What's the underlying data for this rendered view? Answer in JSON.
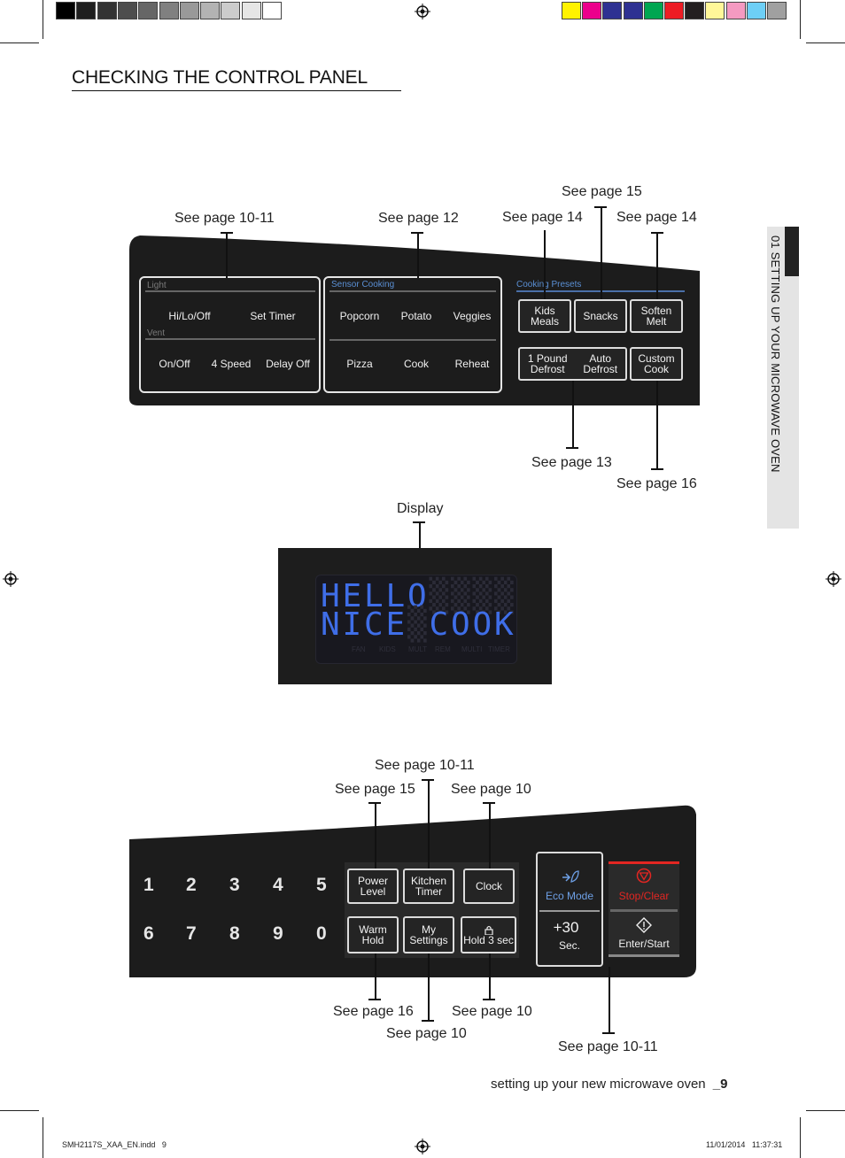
{
  "colors": {
    "grays": [
      "#000000",
      "#1e1e1e",
      "#333333",
      "#4d4d4d",
      "#666666",
      "#808080",
      "#999999",
      "#b3b3b3",
      "#cccccc",
      "#e6e6e6",
      "#ffffff"
    ],
    "process": [
      "#fff200",
      "#ec008c",
      "#2e3192",
      "#2e3192",
      "#00a651",
      "#ed1c24",
      "#231f20",
      "#fff799",
      "#f49ac1",
      "#6dcff6",
      "#a0a0a0"
    ]
  },
  "page": {
    "title": "CHECKING THE CONTROL PANEL",
    "side_tab": "01  SETTING UP YOUR MICROWAVE OVEN",
    "footer_text": "setting up your new microwave oven",
    "page_number": "_9",
    "slug_file": "SMH2117S_XAA_EN.indd   9",
    "slug_date": "11/01/2014   11:37:31"
  },
  "top_panel": {
    "callouts": {
      "light_vent": "See page 10-11",
      "sensor": "See page 12",
      "kids": "See page 14",
      "snacks": "See page 15",
      "soften": "See page 14",
      "defrost": "See page 13",
      "custom": "See page 16"
    },
    "light_label": "Light",
    "vent_label": "Vent",
    "light_buttons": [
      "Hi/Lo/Off",
      "Set Timer"
    ],
    "vent_buttons": [
      "On/Off",
      "4 Speed",
      "Delay Off"
    ],
    "sensor_label": "Sensor Cooking",
    "sensor_row1": [
      "Popcorn",
      "Potato",
      "Veggies"
    ],
    "sensor_row2": [
      "Pizza",
      "Cook",
      "Reheat"
    ],
    "presets_label": "Cooking Presets",
    "presets": {
      "kids_line1": "Kids",
      "kids_line2": "Meals",
      "snacks": "Snacks",
      "soften_line1": "Soften",
      "soften_line2": "Melt",
      "pound_line1": "1 Pound",
      "pound_line2": "Defrost",
      "auto_line1": "Auto",
      "auto_line2": "Defrost",
      "custom_line1": "Custom",
      "custom_line2": "Cook"
    }
  },
  "display": {
    "callout": "Display",
    "line1": [
      "H",
      "E",
      "L",
      "L",
      "O"
    ],
    "line2": [
      "N",
      "I",
      "C",
      "E",
      "",
      "C",
      "O",
      "O",
      "K"
    ],
    "indicators": [
      "FAN",
      "KIDS",
      "MULT",
      "REM",
      "MULTI",
      "TIMER"
    ]
  },
  "bottom_panel": {
    "callouts": {
      "kitchen_timer": "See page 10-11",
      "power": "See page 15",
      "clock": "See page 10",
      "warm": "See page 16",
      "my_settings": "See page 10",
      "hold": "See page 10",
      "eco": "See page 10-11"
    },
    "digits_row1": [
      "1",
      "2",
      "3",
      "4",
      "5"
    ],
    "digits_row2": [
      "6",
      "7",
      "8",
      "9",
      "0"
    ],
    "power_line1": "Power",
    "power_line2": "Level",
    "kitchen_line1": "Kitchen",
    "kitchen_line2": "Timer",
    "clock": "Clock",
    "warm_line1": "Warm",
    "warm_line2": "Hold",
    "my_line1": "My",
    "my_line2": "Settings",
    "hold": "Hold 3 sec",
    "eco": "Eco Mode",
    "plus30": "+30",
    "sec": "Sec.",
    "stop": "Stop/Clear",
    "enter": "Enter/Start"
  }
}
